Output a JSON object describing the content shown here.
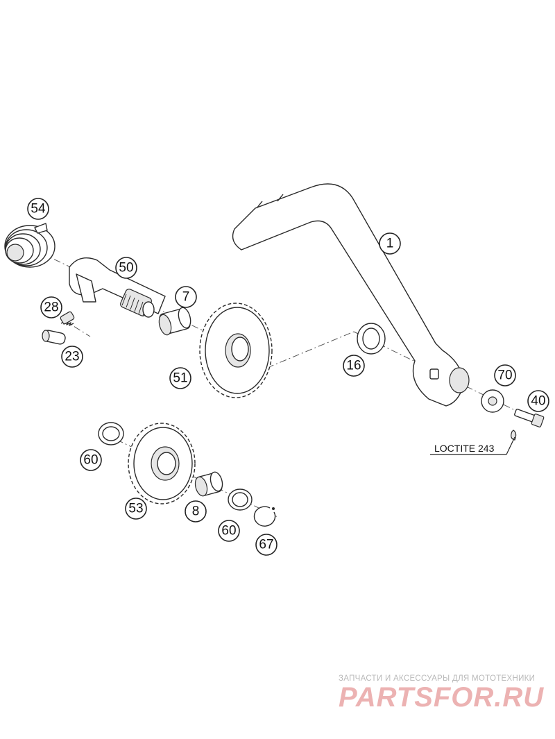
{
  "callouts": [
    {
      "id": "c1",
      "label": "1"
    },
    {
      "id": "c7",
      "label": "7"
    },
    {
      "id": "c8",
      "label": "8"
    },
    {
      "id": "c16",
      "label": "16"
    },
    {
      "id": "c23",
      "label": "23"
    },
    {
      "id": "c28",
      "label": "28"
    },
    {
      "id": "c40",
      "label": "40"
    },
    {
      "id": "c50",
      "label": "50"
    },
    {
      "id": "c51",
      "label": "51"
    },
    {
      "id": "c53",
      "label": "53"
    },
    {
      "id": "c54",
      "label": "54"
    },
    {
      "id": "c60a",
      "label": "60"
    },
    {
      "id": "c60b",
      "label": "60"
    },
    {
      "id": "c67",
      "label": "67"
    },
    {
      "id": "c70",
      "label": "70"
    }
  ],
  "note": {
    "loctite": "LOCTITE 243"
  },
  "watermark": {
    "subtitle": "ЗАПЧАСТИ И АКСЕССУАРЫ ДЛЯ МОТОТЕХНИКИ",
    "brand": "PARTSFOR.RU",
    "color": "#e9a5a5"
  }
}
